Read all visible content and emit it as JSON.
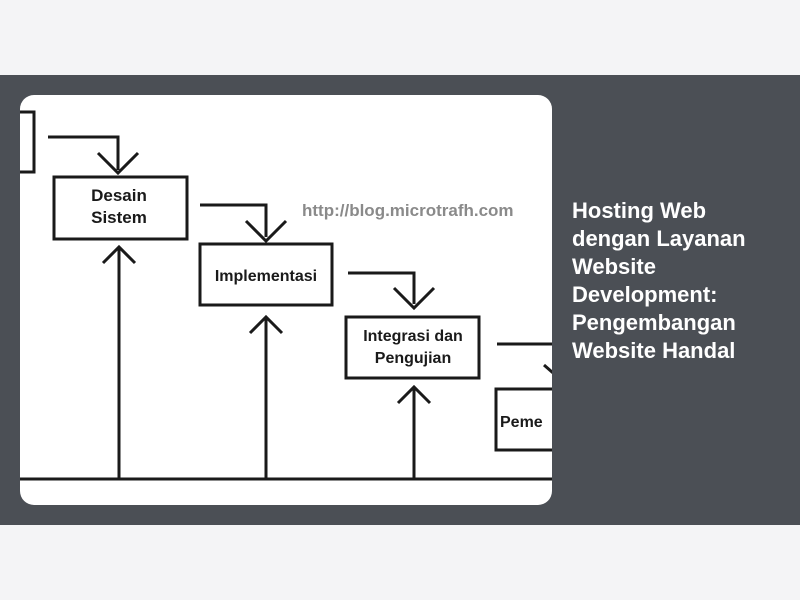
{
  "article": {
    "headline": "Hosting Web dengan Layanan Website Development: Pengembangan Website Handal"
  },
  "diagram": {
    "watermark": "http://blog.microtrafh.com",
    "steps": [
      {
        "line1": "Desain",
        "line2": "Sistem"
      },
      {
        "line1": "Implementasi"
      },
      {
        "line1": "Integrasi dan",
        "line2": "Pengujian"
      },
      {
        "line1": "Peme"
      }
    ]
  },
  "colors": {
    "page_background": "#f4f4f6",
    "band_background": "#4b4f55",
    "card_background": "#ffffff",
    "headline_color": "#ffffff"
  }
}
